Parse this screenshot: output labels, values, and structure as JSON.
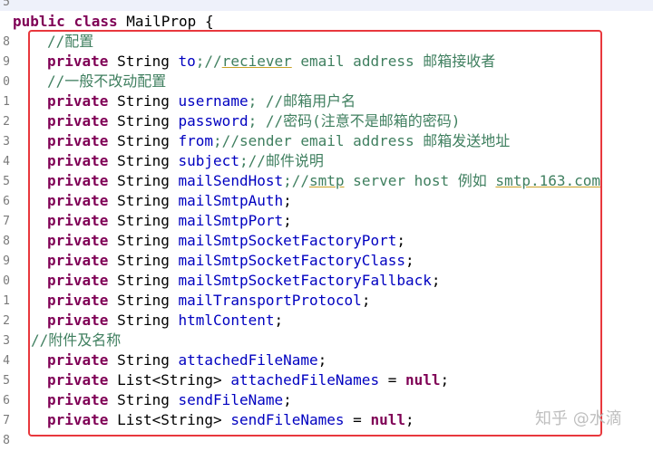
{
  "editor": {
    "line_numbers": [
      "5",
      "",
      "8",
      "9",
      "0",
      "1",
      "2",
      "3",
      "4",
      "5",
      "6",
      "7",
      "8",
      "9",
      "0",
      "1",
      "2",
      "3",
      "4",
      "5",
      "6",
      "7",
      "8"
    ],
    "class_header": {
      "keyword1": "public",
      "keyword2": "class",
      "name": "MailProp {"
    },
    "rows": {
      "c1": "//配置",
      "to_type": "String",
      "to_name": "to",
      "to_cmt_a": ";//",
      "to_cmt_u": "reciever",
      "to_cmt_b": " email address 邮箱接收者",
      "c2": "//一般不改动配置",
      "username_type": "String",
      "username_name": "username",
      "username_cmt": "; //邮箱用户名",
      "password_type": "String",
      "password_name": "password",
      "password_cmt": "; //密码(注意不是邮箱的密码)",
      "from_type": "String",
      "from_name": "from",
      "from_cmt": ";//sender email address 邮箱发送地址",
      "subject_type": "String",
      "subject_name": "subject",
      "subject_cmt": ";//邮件说明",
      "host_type": "String",
      "host_name": "mailSendHost",
      "host_cmt_a": ";//",
      "host_cmt_u1": "smtp",
      "host_cmt_b": " server host 例如 ",
      "host_cmt_u2": "smtp.163.com",
      "auth_type": "String",
      "auth_name": "mailSmtpAuth",
      "port_type": "String",
      "port_name": "mailSmtpPort",
      "sfport_type": "String",
      "sfport_name": "mailSmtpSocketFactoryPort",
      "sfclass_type": "String",
      "sfclass_name": "mailSmtpSocketFactoryClass",
      "sffall_type": "String",
      "sffall_name": "mailSmtpSocketFactoryFallback",
      "proto_type": "String",
      "proto_name": "mailTransportProtocol",
      "html_type": "String",
      "html_name": "htmlContent",
      "c3": "//附件及名称",
      "afn_type": "String",
      "afn_name": "attachedFileName",
      "afns_type": "List<String>",
      "afns_name": "attachedFileNames",
      "afns_eq": " = ",
      "afns_null": "null",
      "sfn_type": "String",
      "sfn_name": "sendFileName",
      "sfns_type": "List<String>",
      "sfns_name": "sendFileNames",
      "sfns_eq": " = ",
      "sfns_null": "null",
      "kw_private": "private",
      "semi": ";"
    }
  },
  "watermark": {
    "text": "知乎 @水滴"
  },
  "colors": {
    "keyword": "#7f0055",
    "field": "#0000c0",
    "comment": "#3f7f5f",
    "highlight_box": "#e8383d"
  }
}
